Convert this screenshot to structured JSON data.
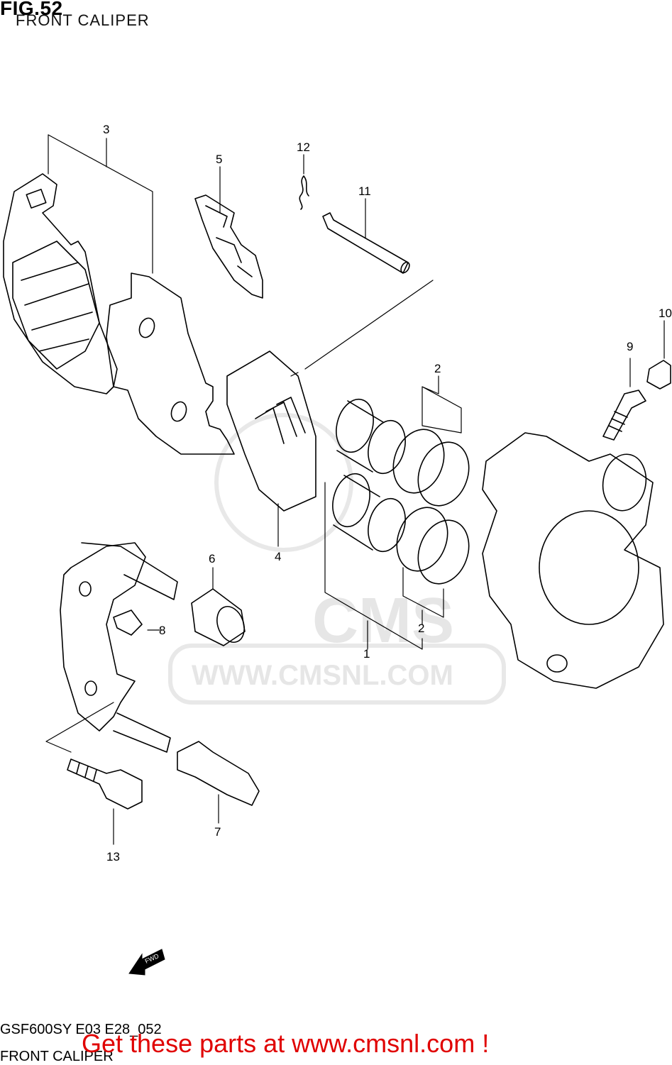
{
  "header": {
    "figure_label": "FIG.52",
    "subtitle": "FRONT CALIPER"
  },
  "watermark": {
    "brand": "CMS",
    "url": "WWW.CMSNL.COM"
  },
  "callouts": {
    "c1": "1",
    "c2a": "2",
    "c2b": "2",
    "c3": "3",
    "c4": "4",
    "c5": "5",
    "c6": "6",
    "c7": "7",
    "c8": "8",
    "c9": "9",
    "c10": "10",
    "c11": "11",
    "c12": "12",
    "c13": "13"
  },
  "fwd_arrow_label": "FWD",
  "footer": {
    "model_code": "GSF600SY E03 E28_052",
    "section_name": "FRONT CALIPER",
    "cta": "Get these parts at www.cmsnl.com !"
  },
  "colors": {
    "line": "#000000",
    "cta": "#e00000",
    "watermark": "#e6e6e6"
  }
}
